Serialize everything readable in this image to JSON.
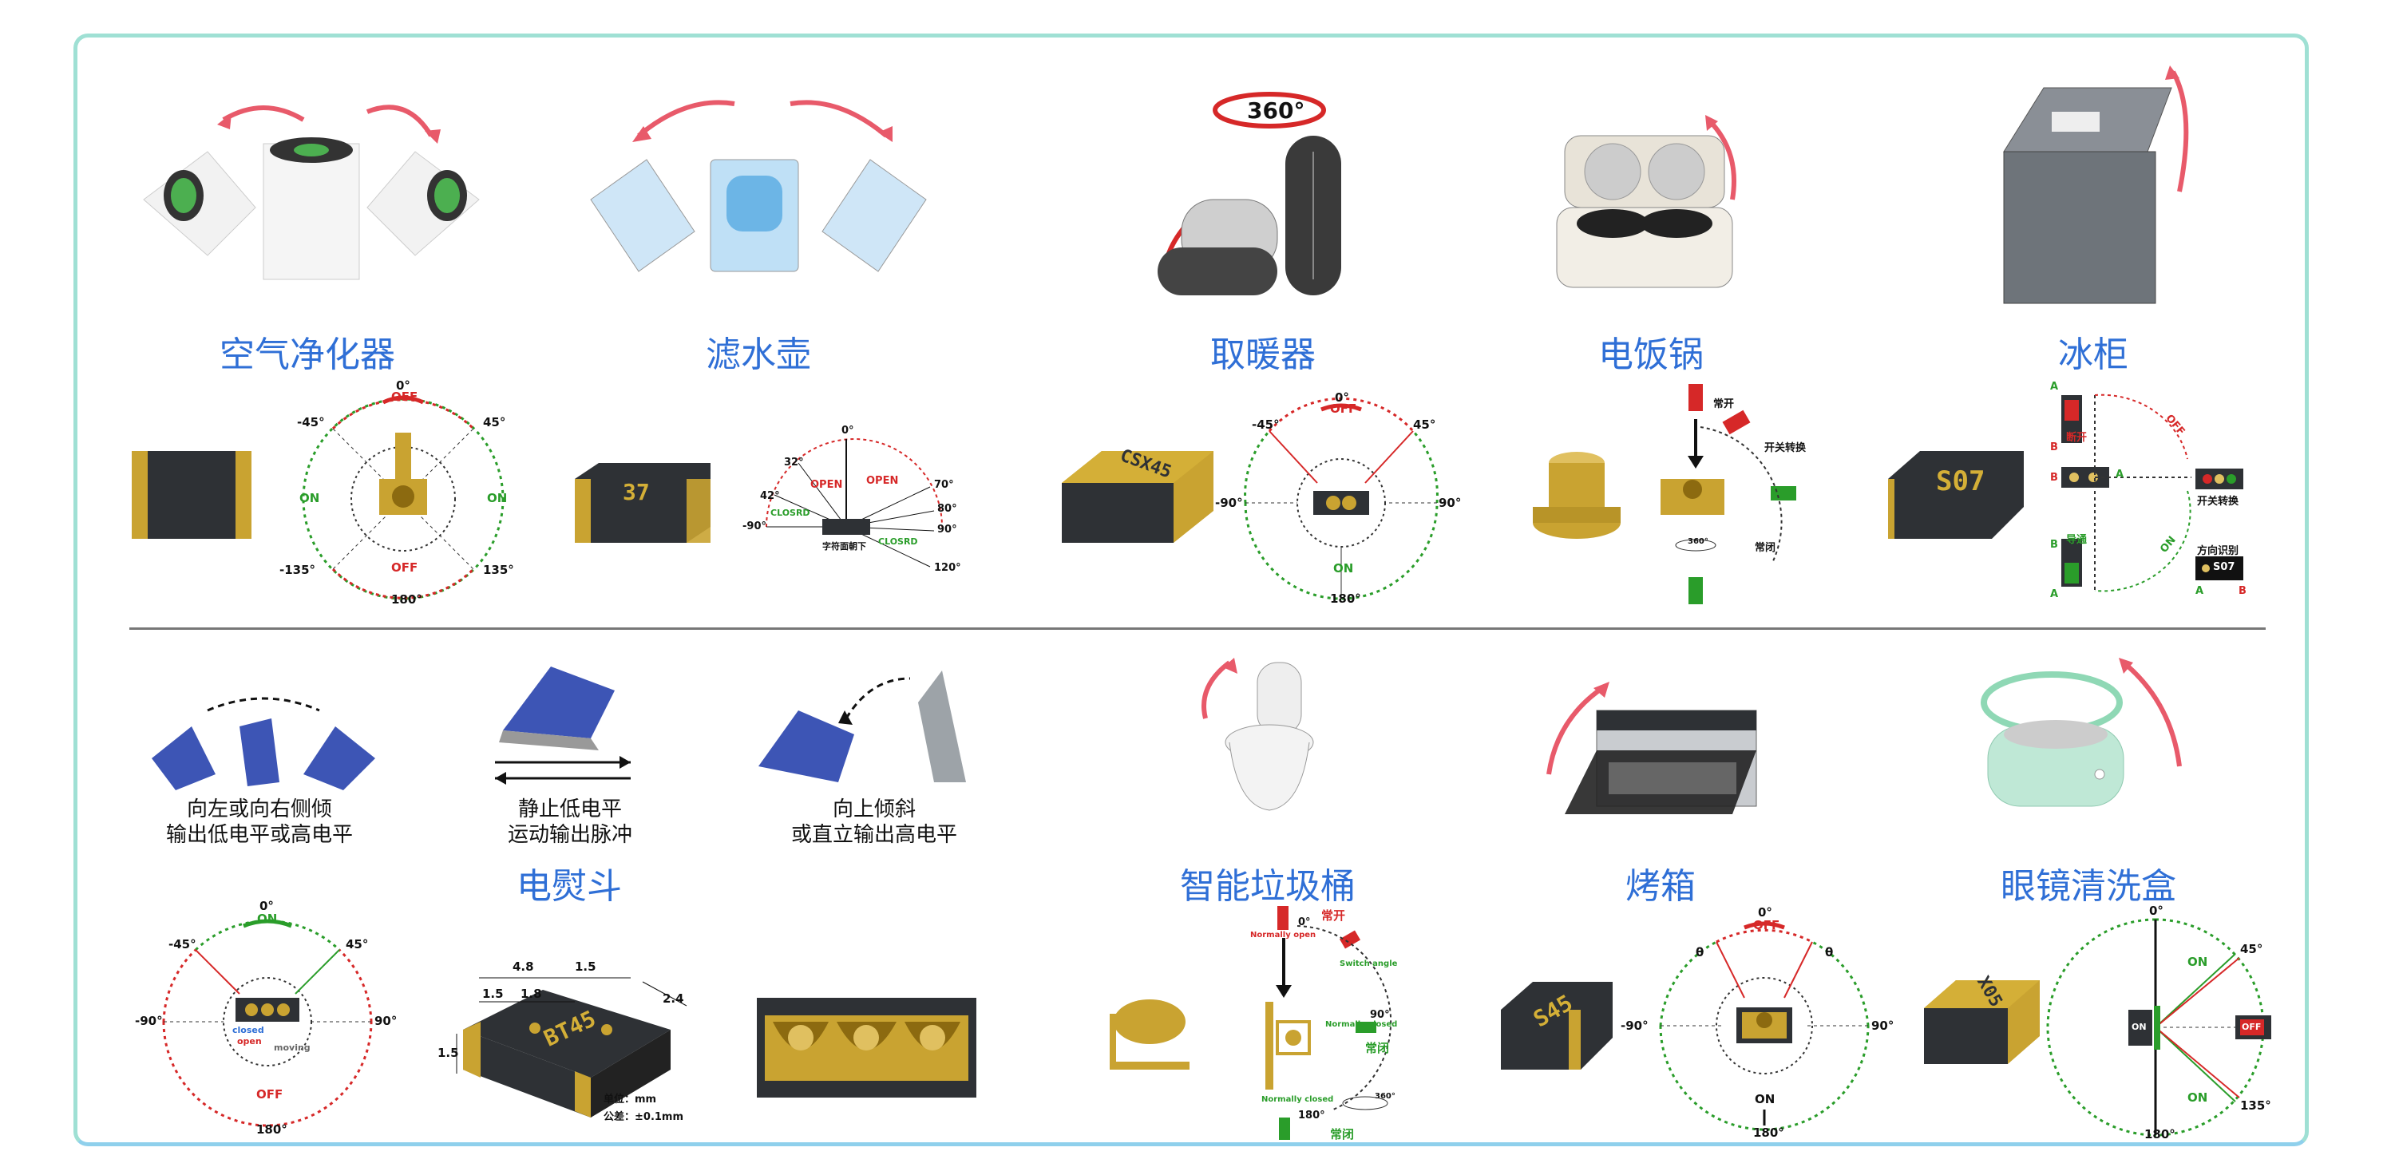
{
  "products_top": [
    {
      "title": "空气净化器"
    },
    {
      "title": "滤水壶"
    },
    {
      "title": "取暖器"
    },
    {
      "title": "电饭锅"
    },
    {
      "title": "冰柜"
    }
  ],
  "products_bottom": [
    {
      "title": "电熨斗"
    },
    {
      "title": "智能垃圾桶"
    },
    {
      "title": "烤箱"
    },
    {
      "title": "眼镜清洗盒"
    }
  ],
  "iron_captions": {
    "left_line1": "向左或向右侧倾",
    "left_line2": "输出低电平或高电平",
    "mid_line1": "静止低电平",
    "mid_line2": "运动输出脉冲",
    "right_line1": "向上倾斜",
    "right_line2": "或直立输出高电平"
  },
  "heater_badge": "360°",
  "diagram_air": {
    "top": "0°",
    "top_state": "OFF",
    "left45": "-45°",
    "right45": "45°",
    "left_state": "ON",
    "right_state": "ON",
    "bottom_state": "OFF",
    "left135": "-135°",
    "right135": "135°",
    "bottom": "180°"
  },
  "diagram_kettle": {
    "zero": "0°",
    "a32": "32°",
    "a42": "42°",
    "neg90": "-90°",
    "open1": "OPEN",
    "open2": "OPEN",
    "closed1": "CLOSRD",
    "closed2": "CLOSRD",
    "a70": "70°",
    "a80": "80°",
    "a90": "90°",
    "a120": "120°",
    "note": "字符面朝下",
    "chip": "37"
  },
  "diagram_heater": {
    "top": "0°",
    "top_state": "OFF",
    "left45": "-45°",
    "right45": "45°",
    "left90": "-90°",
    "right90": "90°",
    "bottom_state": "ON",
    "bottom": "180°",
    "chip": "CSX45"
  },
  "diagram_cooker": {
    "normally_open": "常开",
    "switch": "开关转换",
    "normally_closed": "常闭",
    "rotate": "360°"
  },
  "diagram_freezer": {
    "chip": "S07",
    "a": "A",
    "b": "B",
    "off_text": "断开",
    "on_text": "导通",
    "off_label": "OFF",
    "on_label": "ON",
    "switch": "开关转换",
    "dir": "方向识别",
    "dir_chip": "S07"
  },
  "diagram_iron": {
    "top": "0°",
    "top_state": "ON",
    "left45": "-45°",
    "right45": "45°",
    "left90": "-90°",
    "right90": "90°",
    "bottom_state": "OFF",
    "bottom": "180°",
    "closed": "closed",
    "open": "open",
    "moving": "moving"
  },
  "dimensions": {
    "d48": "4.8",
    "d15a": "1.5",
    "d18": "1.8",
    "d15b": "1.5",
    "d24": "2.4",
    "d15c": "1.5",
    "chip": "BT45",
    "unit": "单位：mm",
    "tol": "公差：±0.1mm"
  },
  "diagram_trash": {
    "zero": "0°",
    "normally_open_cn": "常开",
    "normally_open_en": "Normally open",
    "switch_en": "Switch angle",
    "a90": "90°",
    "normally_closed_en": "Normally closed",
    "normally_closed_cn": "常闭",
    "normally_closed_en2": "Normally closed",
    "a180": "180°",
    "normally_closed_cn2": "常闭",
    "rotate": "360°"
  },
  "diagram_oven": {
    "top": "0°",
    "top_state": "OFF",
    "theta_l": "θ",
    "theta_r": "θ",
    "left90": "-90°",
    "right90": "90°",
    "bottom_state": "ON",
    "bottom": "180°",
    "chip": "S45"
  },
  "diagram_glasses": {
    "top": "0°",
    "on1": "ON",
    "a45": "45°",
    "on2": "ON",
    "a135": "135°",
    "bottom": "180°",
    "on_chip": "ON",
    "off_chip": "OFF",
    "chip": "X05"
  },
  "colors": {
    "title": "#2f6fd6",
    "on": "#2a9d2a",
    "off": "#d62828",
    "gold": "#d4af37",
    "frame": "#9fe0d4"
  }
}
